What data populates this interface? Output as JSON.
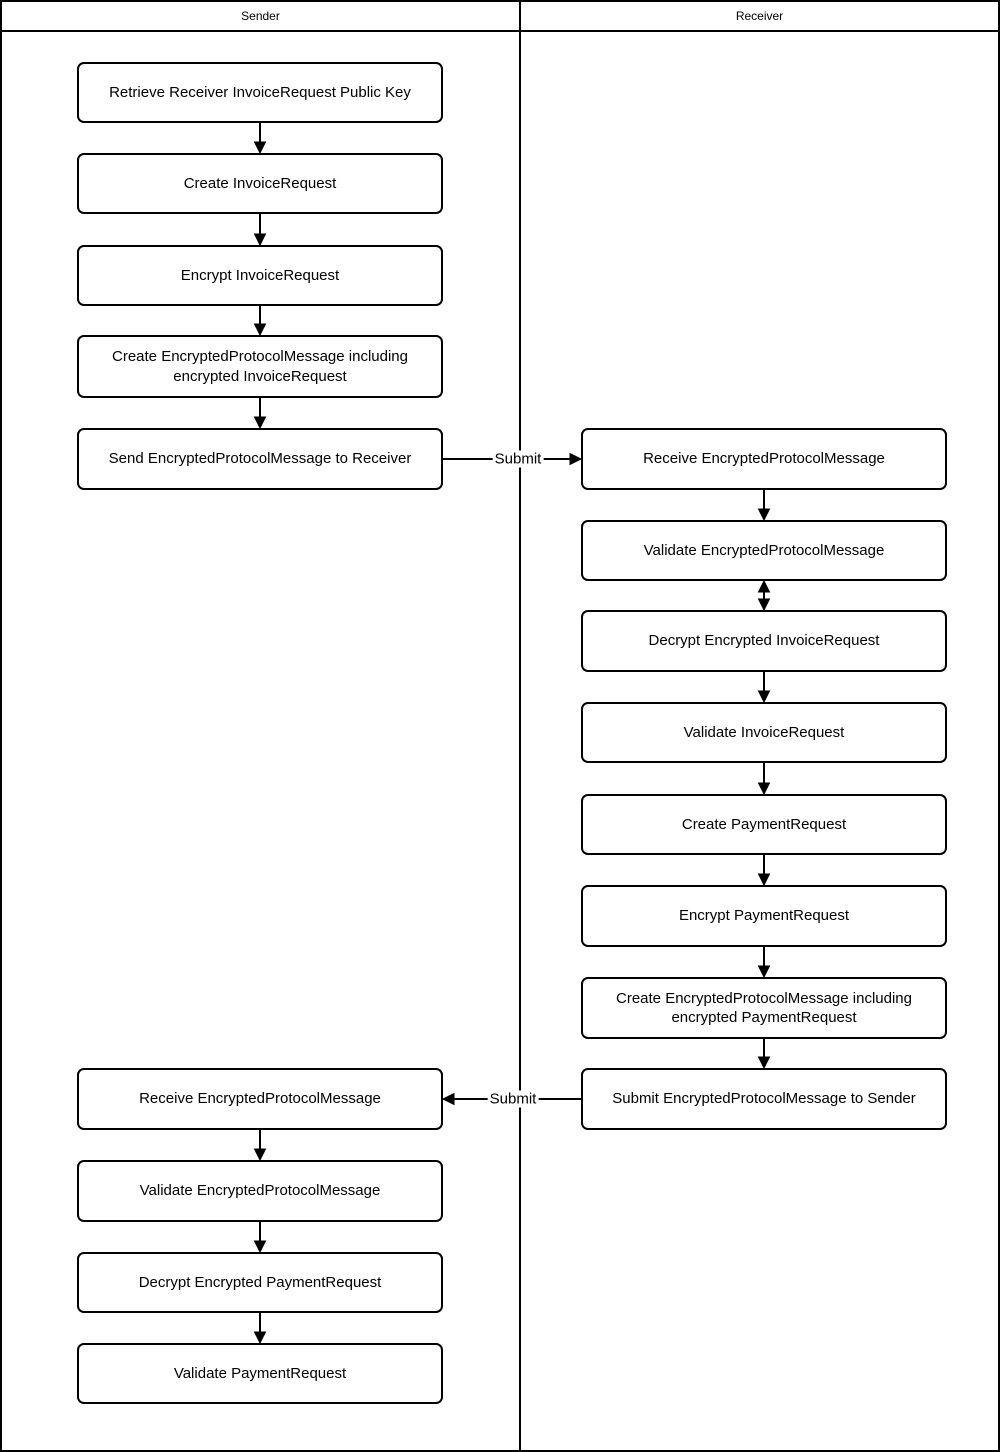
{
  "header": {
    "sender": "Sender",
    "receiver": "Receiver"
  },
  "nodes": {
    "sender": [
      {
        "label": "Retrieve Receiver InvoiceRequest Public Key"
      },
      {
        "label": "Create InvoiceRequest"
      },
      {
        "label": "Encrypt InvoiceRequest"
      },
      {
        "label": "Create EncryptedProtocolMessage including encrypted InvoiceRequest"
      },
      {
        "label": "Send EncryptedProtocolMessage to Receiver"
      },
      {
        "label": "Receive EncryptedProtocolMessage"
      },
      {
        "label": "Validate EncryptedProtocolMessage"
      },
      {
        "label": "Decrypt Encrypted PaymentRequest"
      },
      {
        "label": "Validate PaymentRequest"
      }
    ],
    "receiver": [
      {
        "label": "Receive EncryptedProtocolMessage"
      },
      {
        "label": "Validate EncryptedProtocolMessage"
      },
      {
        "label": "Decrypt Encrypted InvoiceRequest"
      },
      {
        "label": "Validate InvoiceRequest"
      },
      {
        "label": "Create PaymentRequest"
      },
      {
        "label": "Encrypt PaymentRequest"
      },
      {
        "label": "Create EncryptedProtocolMessage including encrypted PaymentRequest"
      },
      {
        "label": "Submit EncryptedProtocolMessage to Sender"
      }
    ]
  },
  "edges": {
    "submit_to_receiver": {
      "label": "Submit",
      "from": "Send EncryptedProtocolMessage to Receiver",
      "to": "Receive EncryptedProtocolMessage",
      "direction": "right"
    },
    "submit_to_sender": {
      "label": "Submit",
      "from": "Submit EncryptedProtocolMessage to Sender",
      "to": "Receive EncryptedProtocolMessage",
      "direction": "left"
    },
    "validate_decrypt": {
      "from": "Validate EncryptedProtocolMessage",
      "to": "Decrypt Encrypted InvoiceRequest",
      "type": "double-headed"
    }
  },
  "colors": {
    "line": "#000000",
    "background": "#ffffff",
    "text": "#000000"
  }
}
